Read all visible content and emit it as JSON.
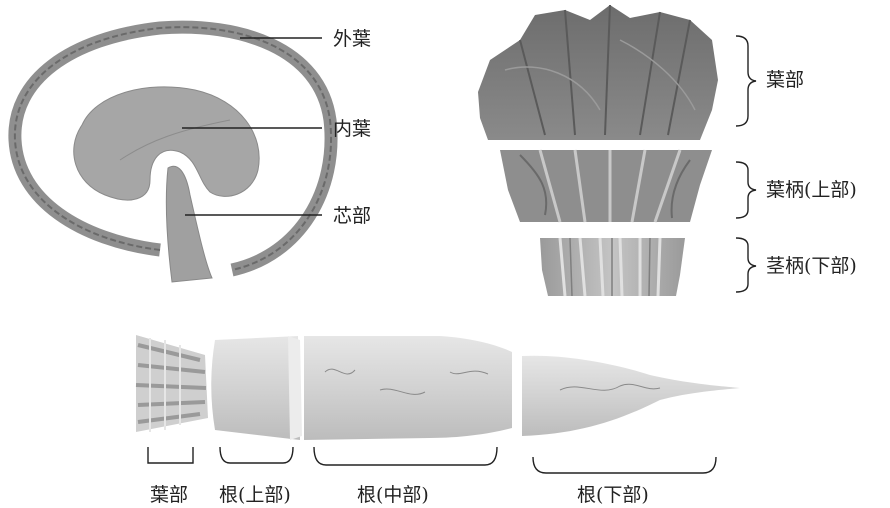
{
  "cross_section": {
    "labels": {
      "outer_leaf": "外葉",
      "inner_leaf": "内葉",
      "core": "芯部"
    }
  },
  "leafy_vegetable": {
    "labels": {
      "leaf_part": "葉部",
      "petiole_upper": "葉柄(上部)",
      "stem_lower": "茎柄(下部)"
    }
  },
  "radish": {
    "labels": {
      "leaf_part": "葉部",
      "root_upper": "根(上部)",
      "root_middle": "根(中部)",
      "root_lower": "根(下部)"
    }
  },
  "colors": {
    "tissue_fill": "#a6a6a6",
    "leaf_fill": "#7f7f7f",
    "root_fill": "#d9d9d9",
    "ink": "#222222"
  }
}
